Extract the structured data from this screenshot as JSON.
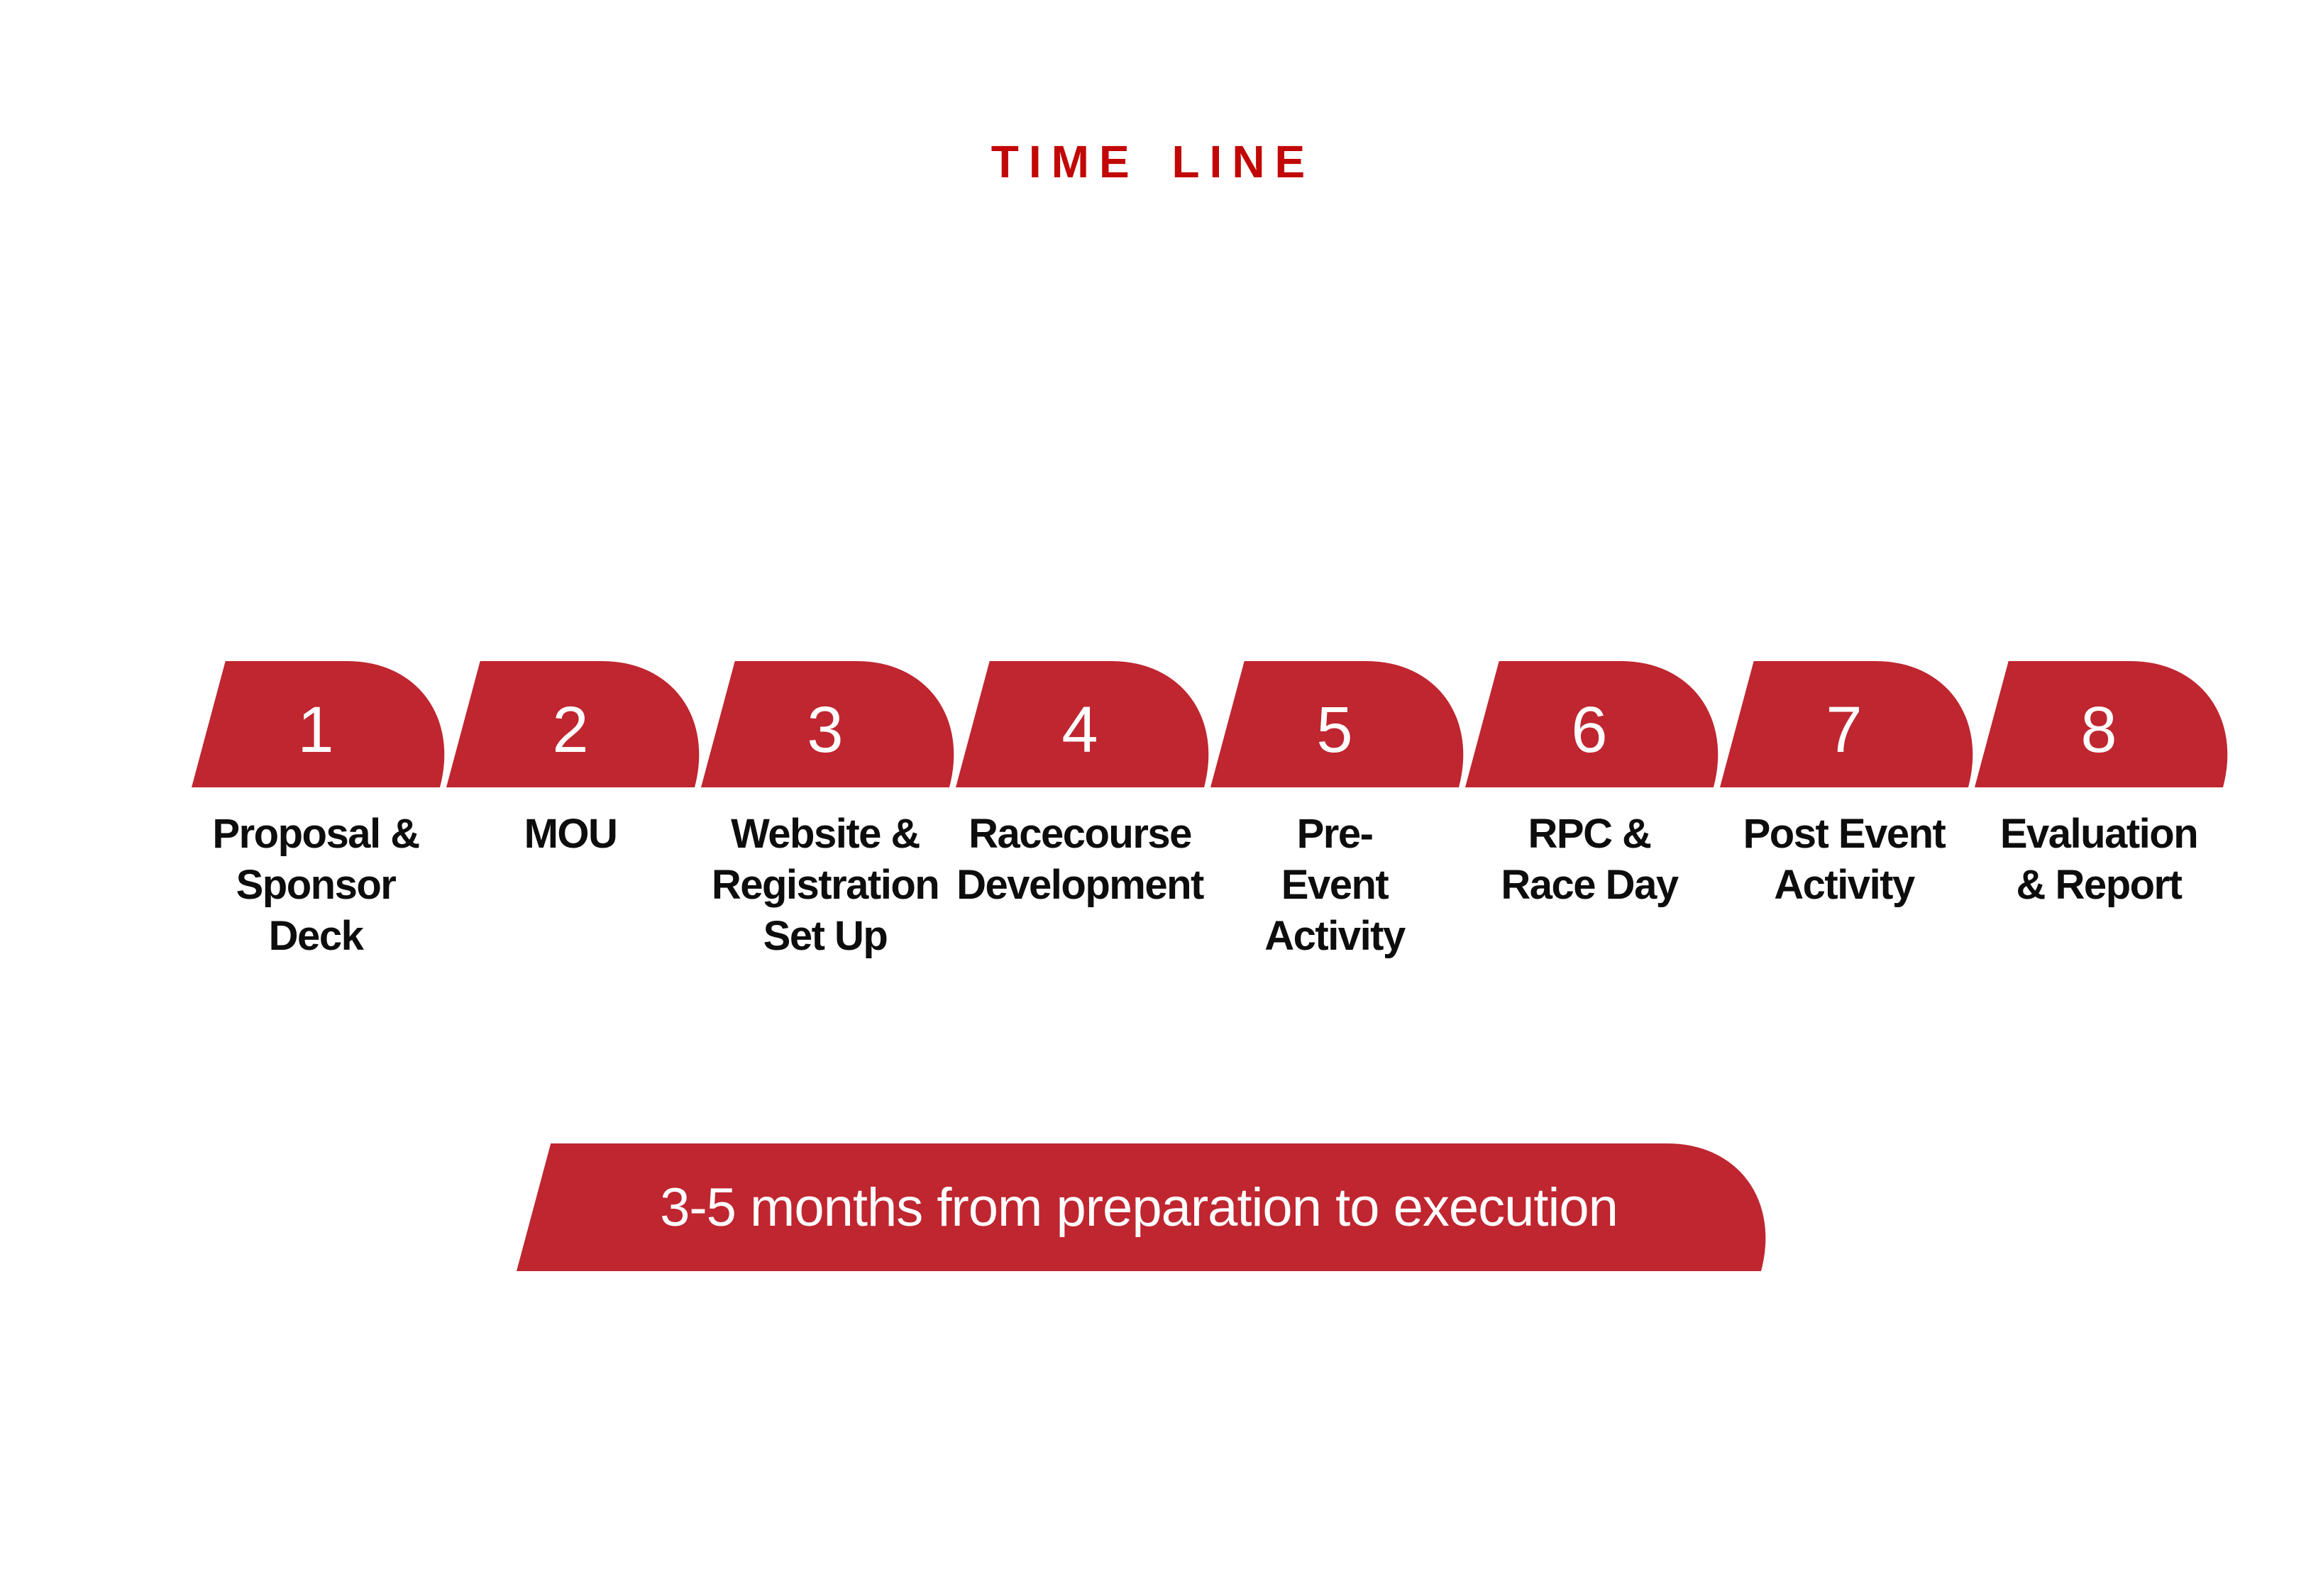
{
  "page": {
    "title": "TIME LINE"
  },
  "colors": {
    "accent_red": "#BF2630",
    "title_red": "#C20707",
    "text_black": "#0D0D0D",
    "text_white": "#FFFFFF"
  },
  "steps": [
    {
      "number": "1",
      "label": "Proposal &\nSponsor Deck"
    },
    {
      "number": "2",
      "label": "MOU"
    },
    {
      "number": "3",
      "label": "Website &\nRegistration\nSet Up"
    },
    {
      "number": "4",
      "label": "Racecourse\nDevelopment"
    },
    {
      "number": "5",
      "label": "Pre-\nEvent\nActivity"
    },
    {
      "number": "6",
      "label": "RPC &\nRace Day"
    },
    {
      "number": "7",
      "label": "Post Event\nActivity"
    },
    {
      "number": "8",
      "label": "Evaluation\n& Report"
    }
  ],
  "banner": {
    "text": "3-5 months from preparation to execution"
  }
}
